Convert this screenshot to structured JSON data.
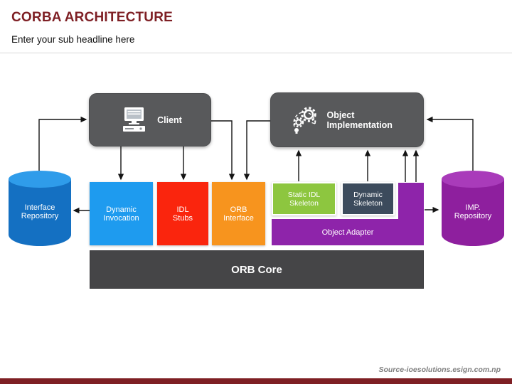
{
  "slide": {
    "title": "CORBA ARCHITECTURE",
    "subtitle": "Enter your sub headline here",
    "source": "Source-ioesolutions.esign.com.np"
  },
  "nodes": {
    "client": "Client",
    "object_implementation": "Object Implementation",
    "interface_repository": "Interface Repository",
    "imp_repository": "IMP. Repository",
    "dynamic_invocation": "Dynamic Invocation",
    "idl_stubs": "IDL Stubs",
    "orb_interface": "ORB Interface",
    "static_idl_skeleton": "Static IDL Skeleton",
    "dynamic_skeleton": "Dynamic Skeleton",
    "object_adapter": "Object Adapter",
    "orb_core": "ORB Core"
  },
  "icons": {
    "client": "desktop-computer-icon",
    "object_implementation": "gears-process-icon"
  },
  "colors": {
    "title": "#7E1F24",
    "bottom_bar": "#7E1F24",
    "gray_box": "#58595B",
    "orb_core": "#454547",
    "dynamic_invocation": "#1E9BEF",
    "idl_stubs": "#FA250D",
    "orb_interface": "#F7941E",
    "static_idl_skeleton": "#8DC63F",
    "dynamic_skeleton": "#3C4B5C",
    "object_adapter": "#8E24AA",
    "interface_repository": "#1470C2",
    "imp_repository": "#8E1F9E",
    "connector": "#141414"
  }
}
